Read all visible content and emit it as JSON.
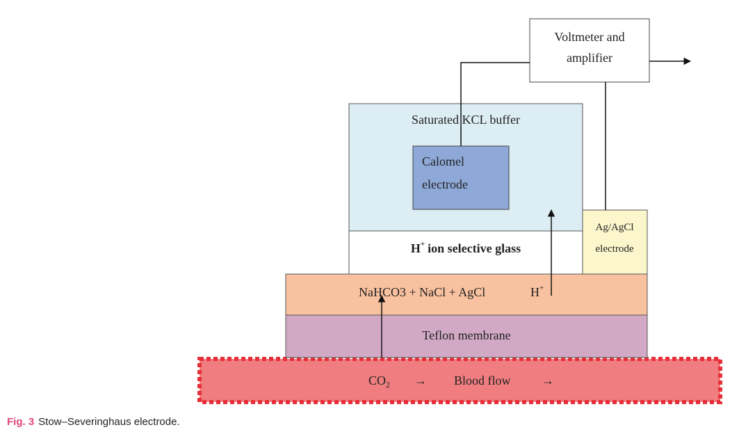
{
  "diagram": {
    "voltmeter": {
      "line1": "Voltmeter and",
      "line2": "amplifier"
    },
    "kcl_buffer": {
      "label": "Saturated KCL buffer"
    },
    "calomel": {
      "line1": "Calomel",
      "line2": "electrode"
    },
    "glass": {
      "label_main": "ion selective glass",
      "label_symbol": "H",
      "label_sup": "+"
    },
    "agagcl": {
      "line1": "Ag/AgCl",
      "line2": "electrode"
    },
    "electrolyte": {
      "label": "NaHCO3 + NaCl + AgCl",
      "ion": "H",
      "ion_sup": "+"
    },
    "teflon": {
      "label": "Teflon membrane"
    },
    "blood": {
      "co2": "CO",
      "co2_sub": "2",
      "arrow": "→",
      "flow": "Blood flow"
    }
  },
  "caption": {
    "fig_label": "Fig. 3",
    "text": "Stow–Severinghaus electrode."
  },
  "colors": {
    "kcl_fill": "#dcedf3",
    "calomel_fill": "#8ea9d8",
    "agagcl_fill": "#fbf6cc",
    "electrolyte_fill": "#f8c19f",
    "teflon_fill": "#d2a9c5",
    "blood_fill": "#f07e80",
    "blood_border": "#e8303a",
    "caption_accent": "#e0457b"
  }
}
